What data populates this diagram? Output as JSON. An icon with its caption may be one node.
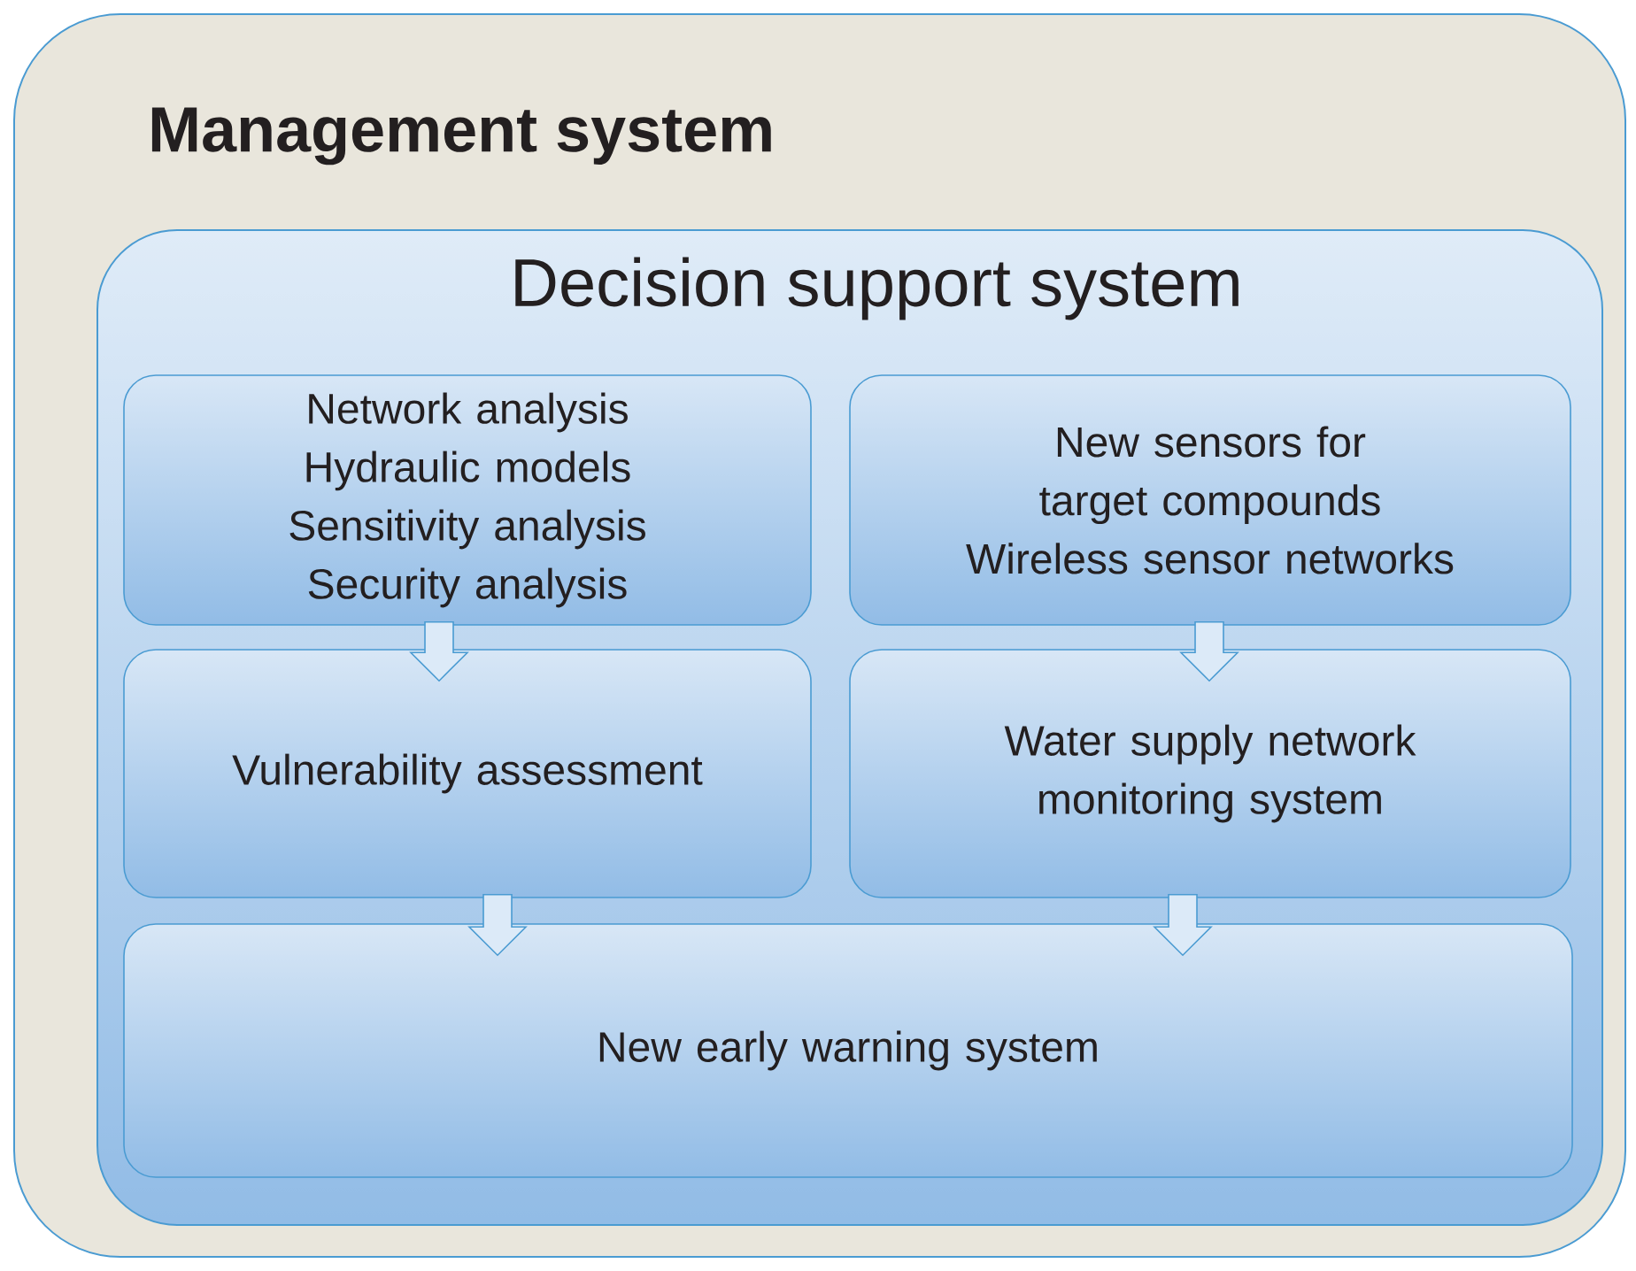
{
  "diagram": {
    "nodes": [
      {
        "text": [
          "Management system"
        ]
      },
      {
        "text": [
          "Decision support system"
        ],
        "in": 0
      },
      {
        "text": [
          "Network analysis",
          "Hydraulic models",
          "Sensitivity analysis",
          "Security analysis"
        ],
        "in": 1
      },
      {
        "text": [
          "New sensors for target compounds",
          "Wireless  sensor  networks"
        ],
        "in": 1
      },
      {
        "text": [
          "Vulnerability  assessment"
        ],
        "in": 1
      },
      {
        "text": [
          "Water supply network monitoring system"
        ],
        "in": 1
      },
      {
        "text": [
          "New early warning system"
        ],
        "in": 1
      }
    ],
    "edges": [
      {
        "from": 2,
        "to": 4,
        "arrow": "to"
      },
      {
        "from": 3,
        "to": 5,
        "arrow": "to"
      },
      {
        "from": 4,
        "to": 6,
        "arrow": "to"
      },
      {
        "from": 5,
        "to": 6,
        "arrow": "to"
      }
    ]
  }
}
